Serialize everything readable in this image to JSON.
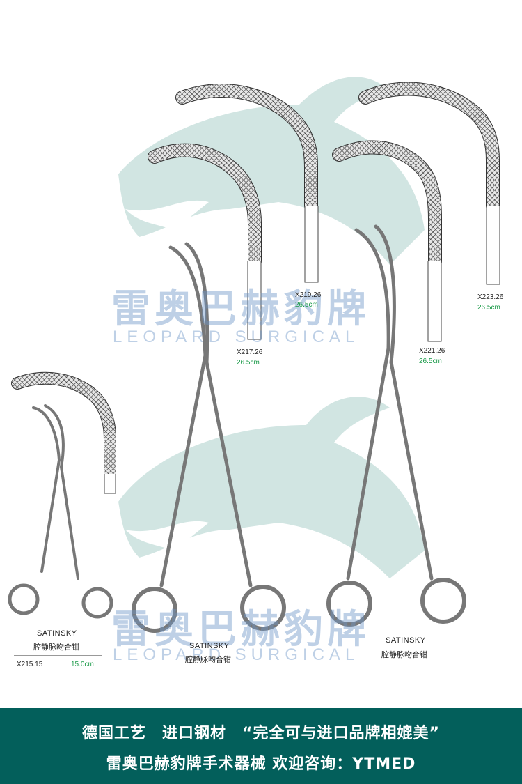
{
  "watermark": {
    "brand_cn": "雷奥巴赫豹牌",
    "brand_en": "LEOPARD SURGICAL"
  },
  "products": [
    {
      "code": "X215.15",
      "length": "15.0cm",
      "name": "SATINSKY",
      "name_cn": "腔静脉吻合钳"
    },
    {
      "code": "X217.26",
      "length": "26.5cm"
    },
    {
      "code": "X219.26",
      "length": "26.5cm"
    },
    {
      "code": "X221.26",
      "length": "26.5cm"
    },
    {
      "code": "X223.26",
      "length": "26.5cm"
    }
  ],
  "instrument_labels": [
    {
      "name": "SATINSKY",
      "name_cn": "腔静脉吻合钳"
    },
    {
      "name": "SATINSKY",
      "name_cn": "腔静脉吻合钳"
    }
  ],
  "banner": {
    "line1": "德国工艺　进口钢材　“完全可与进口品牌相媲美”",
    "line2": "雷奥巴赫豹牌手术器械 欢迎咨询：YTMED"
  },
  "colors": {
    "banner": "#035f5b",
    "length_text": "#1a9a48",
    "watermark": "#c8e0dc"
  }
}
